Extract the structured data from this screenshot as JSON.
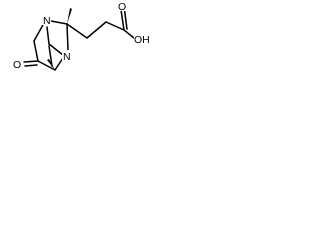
{
  "labels": {
    "nitrogen_top": "N",
    "nitrogen_bottom": "N",
    "oxygen_ketone": "O",
    "oxygen_carbonyl": "O",
    "hydroxyl": "OH"
  },
  "colors": {
    "bond": "#000000",
    "text": "#000000",
    "background": "#ffffff"
  }
}
